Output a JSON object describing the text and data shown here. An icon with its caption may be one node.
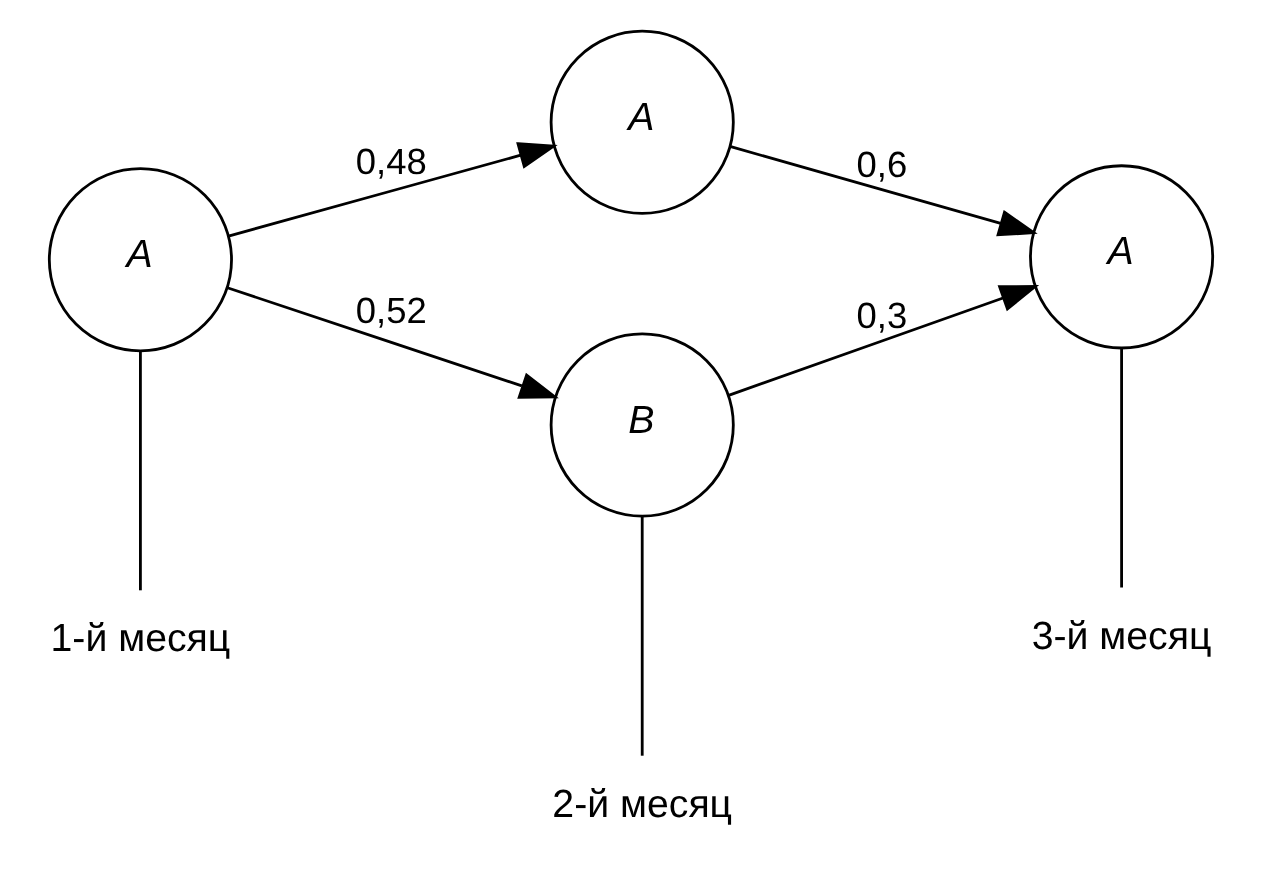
{
  "diagram": {
    "nodes": [
      {
        "text": [
          "A"
        ]
      },
      {
        "text": [
          "A"
        ]
      },
      {
        "text": [
          "B"
        ]
      },
      {
        "text": [
          "A"
        ]
      },
      {
        "text": [
          "1-й месяц"
        ]
      },
      {
        "text": [
          "2-й месяц"
        ]
      },
      {
        "text": [
          "3-й месяц"
        ]
      }
    ],
    "edges": [
      {
        "from": 0,
        "to": 1,
        "arrow": "to",
        "label": "0,48"
      },
      {
        "from": 0,
        "to": 2,
        "arrow": "to",
        "label": "0,52"
      },
      {
        "from": 1,
        "to": 3,
        "arrow": "to",
        "label": "0,6"
      },
      {
        "from": 2,
        "to": 3,
        "arrow": "to",
        "label": "0,3"
      },
      {
        "from": 0,
        "to": 4,
        "arrow": "none"
      },
      {
        "from": 2,
        "to": 5,
        "arrow": "none"
      },
      {
        "from": 3,
        "to": 6,
        "arrow": "none"
      }
    ]
  }
}
